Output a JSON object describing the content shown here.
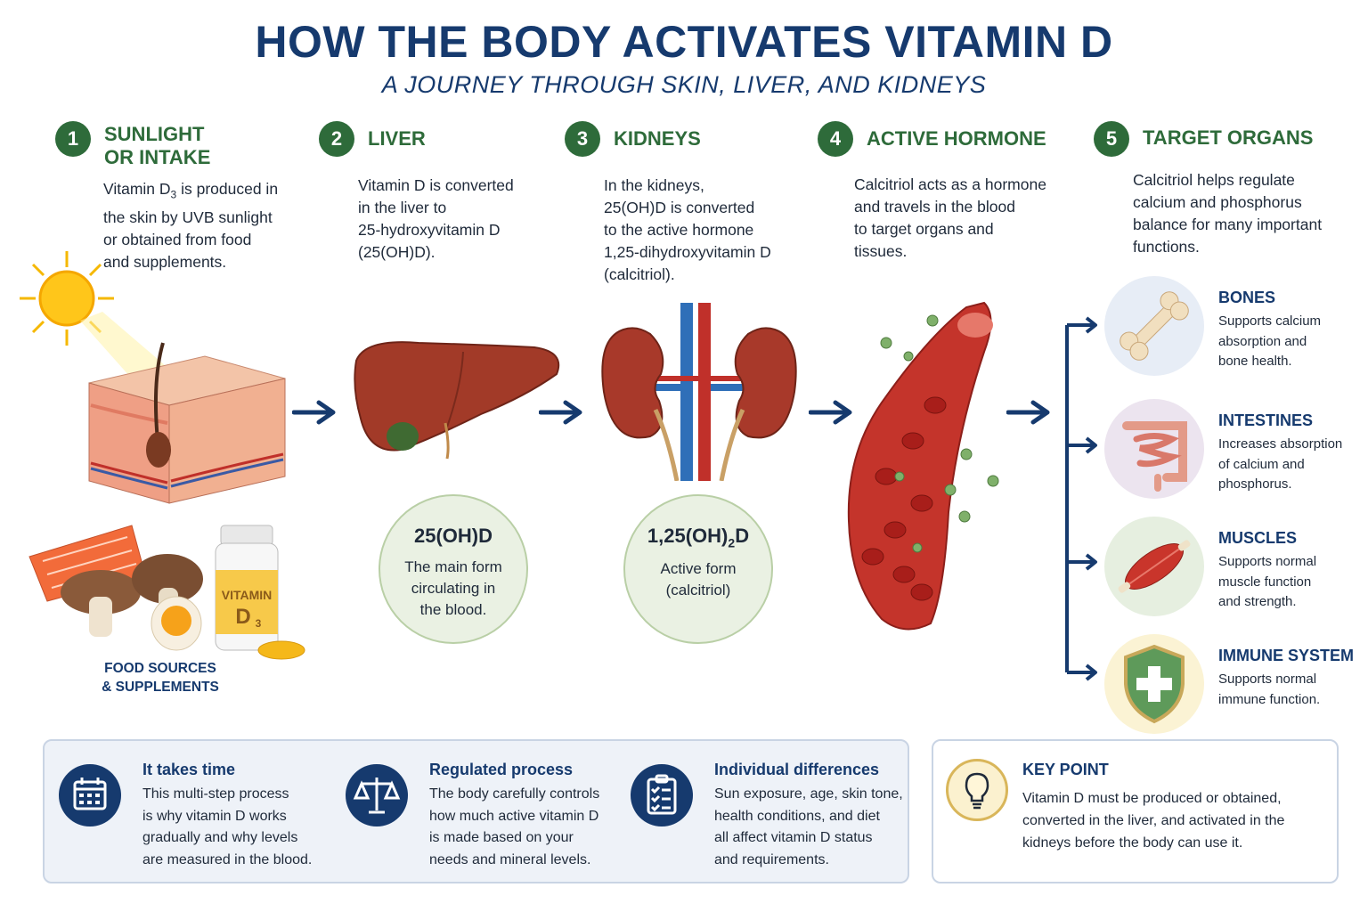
{
  "header": {
    "title": "HOW THE BODY ACTIVATES VITAMIN D",
    "subtitle": "A JOURNEY THROUGH SKIN, LIVER, AND KIDNEYS"
  },
  "steps": [
    {
      "number": "1",
      "heading_line1": "SUNLIGHT",
      "heading_line2": "OR INTAKE",
      "desc_line1_pre": "Vitamin D",
      "desc_line1_sub": "3",
      "desc_line1_post": " is produced in",
      "desc_line2": "the skin by UVB sunlight",
      "desc_line3": "or obtained from food",
      "desc_line4": "and supplements."
    },
    {
      "number": "2",
      "heading": "LIVER",
      "desc_line1": "Vitamin D is converted",
      "desc_line2": "in the liver to",
      "desc_line3": "25-hydroxyvitamin D",
      "desc_line4": "(25(OH)D)."
    },
    {
      "number": "3",
      "heading": "KIDNEYS",
      "desc_line1": "In the kidneys,",
      "desc_line2": "25(OH)D is converted",
      "desc_line3": "to the active hormone",
      "desc_line4": "1,25-dihydroxyvitamin D",
      "desc_line5": "(calcitriol)."
    },
    {
      "number": "4",
      "heading": "ACTIVE HORMONE",
      "desc_line1": "Calcitriol acts as a hormone",
      "desc_line2": "and travels in the blood",
      "desc_line3": "to target organs and",
      "desc_line4": "tissues."
    },
    {
      "number": "5",
      "heading": "TARGET ORGANS",
      "desc_line1": "Calcitriol helps regulate",
      "desc_line2": "calcium and phosphorus",
      "desc_line3": "balance for many important",
      "desc_line4": "functions."
    }
  ],
  "food": {
    "line1": "FOOD SOURCES",
    "line2": "& SUPPLEMENTS",
    "bottle_line1": "VITAMIN",
    "bottle_line2": "D",
    "bottle_sub": "3"
  },
  "liver_circle": {
    "title": "25(OH)D",
    "line1": "The main form",
    "line2": "circulating in",
    "line3": "the blood."
  },
  "kidney_circle": {
    "title_pre": "1,25(OH)",
    "title_sub": "2",
    "title_post": "D",
    "line1": "Active form",
    "line2": "(calcitriol)"
  },
  "organs": [
    {
      "title": "BONES",
      "line1": "Supports calcium",
      "line2": "absorption and",
      "line3": "bone health."
    },
    {
      "title": "INTESTINES",
      "line1": "Increases absorption",
      "line2": "of calcium and",
      "line3": "phosphorus."
    },
    {
      "title": "MUSCLES",
      "line1": "Supports normal",
      "line2": "muscle function",
      "line3": "and strength."
    },
    {
      "title": "IMMUNE SYSTEM",
      "line1": "Supports normal",
      "line2": "immune function."
    }
  ],
  "info": [
    {
      "title": "It takes time",
      "line1": "This multi-step process",
      "line2": "is why vitamin D works",
      "line3": "gradually and why levels",
      "line4": "are measured in the blood."
    },
    {
      "title": "Regulated process",
      "line1": "The body carefully controls",
      "line2": "how much active vitamin D",
      "line3": "is made based on your",
      "line4": "needs and mineral levels."
    },
    {
      "title": "Individual differences",
      "line1": "Sun exposure, age, skin tone,",
      "line2": "health conditions, and diet",
      "line3": "all affect vitamin D status",
      "line4": "and requirements."
    }
  ],
  "key_point": {
    "title": "KEY POINT",
    "line1": "Vitamin D must be produced or obtained,",
    "line2": "converted in the liver, and activated in the",
    "line3": "kidneys before the body can use it."
  },
  "colors": {
    "navy": "#163a6e",
    "green": "#2e6b3a",
    "liver": "#9b3a2a",
    "blood": "#c4342b"
  }
}
